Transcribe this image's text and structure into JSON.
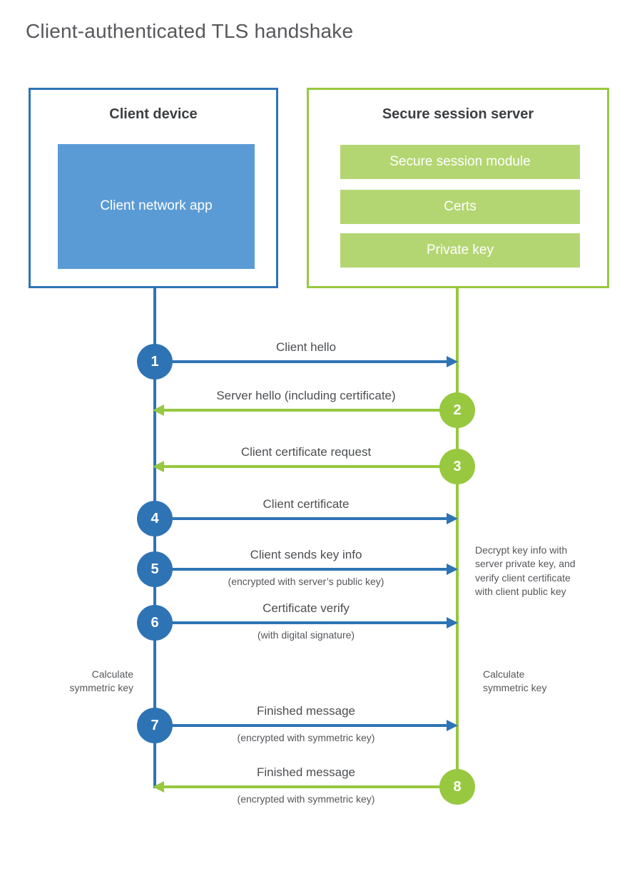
{
  "page": {
    "title": "Client-authenticated TLS handshake"
  },
  "colors": {
    "client_blue": "#2e74b5",
    "client_fill_blue": "#5b9bd5",
    "server_green": "#97c83f",
    "server_fill_green": "#b4d672",
    "heading_text": "#3c3e41",
    "label_text": "#4c4e51",
    "title_text": "#56585b"
  },
  "client_box": {
    "title": "Client device",
    "app_label": "Client network app"
  },
  "server_box": {
    "title": "Secure session server",
    "modules": [
      {
        "label": "Secure session module"
      },
      {
        "label": "Certs"
      },
      {
        "label": "Private key"
      }
    ]
  },
  "steps": [
    {
      "num": "1",
      "direction": "client-to-server",
      "label": "Client hello"
    },
    {
      "num": "2",
      "direction": "server-to-client",
      "label": "Server hello (including certificate)"
    },
    {
      "num": "3",
      "direction": "server-to-client",
      "label": "Client certificate request"
    },
    {
      "num": "4",
      "direction": "client-to-server",
      "label": "Client certificate"
    },
    {
      "num": "5",
      "direction": "client-to-server",
      "label": "Client sends key info",
      "sub": "(encrypted with server’s public key)"
    },
    {
      "num": "6",
      "direction": "client-to-server",
      "label": "Certificate verify",
      "sub": "(with digital signature)"
    },
    {
      "num": "7",
      "direction": "client-to-server",
      "label": "Finished message",
      "sub": "(encrypted with symmetric key)"
    },
    {
      "num": "8",
      "direction": "server-to-client",
      "label": "Finished message",
      "sub": "(encrypted with symmetric key)"
    }
  ],
  "notes": {
    "decrypt": "Decrypt key info with server private key, and verify client certificate with client public key",
    "calc_left": "Calculate symmetric key",
    "calc_right": "Calculate symmetric key"
  }
}
